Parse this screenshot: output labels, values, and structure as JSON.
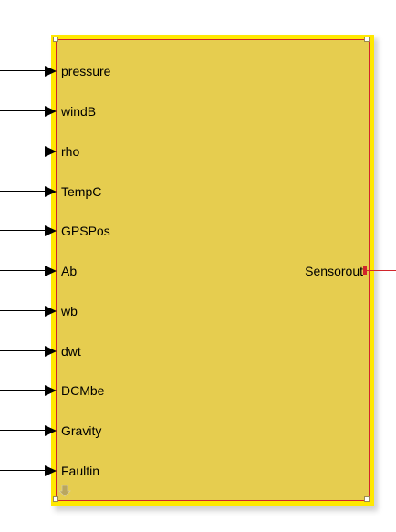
{
  "block": {
    "input_ports": [
      {
        "label": "pressure"
      },
      {
        "label": "windB"
      },
      {
        "label": "rho"
      },
      {
        "label": "TempC"
      },
      {
        "label": "GPSPos"
      },
      {
        "label": "Ab"
      },
      {
        "label": "wb"
      },
      {
        "label": "dwt"
      },
      {
        "label": "DCMbe"
      },
      {
        "label": "Gravity"
      },
      {
        "label": "Faultin"
      }
    ],
    "output_ports": [
      {
        "label": "Sensorout"
      }
    ]
  },
  "colors": {
    "block_fill": "#e6cd4f",
    "block_outer_border": "#ffe800",
    "selection_border": "#d1252b",
    "signal_line": "#000000",
    "output_line": "#d1252b"
  },
  "icons": {
    "library_link": "library-link-arrow-icon"
  }
}
